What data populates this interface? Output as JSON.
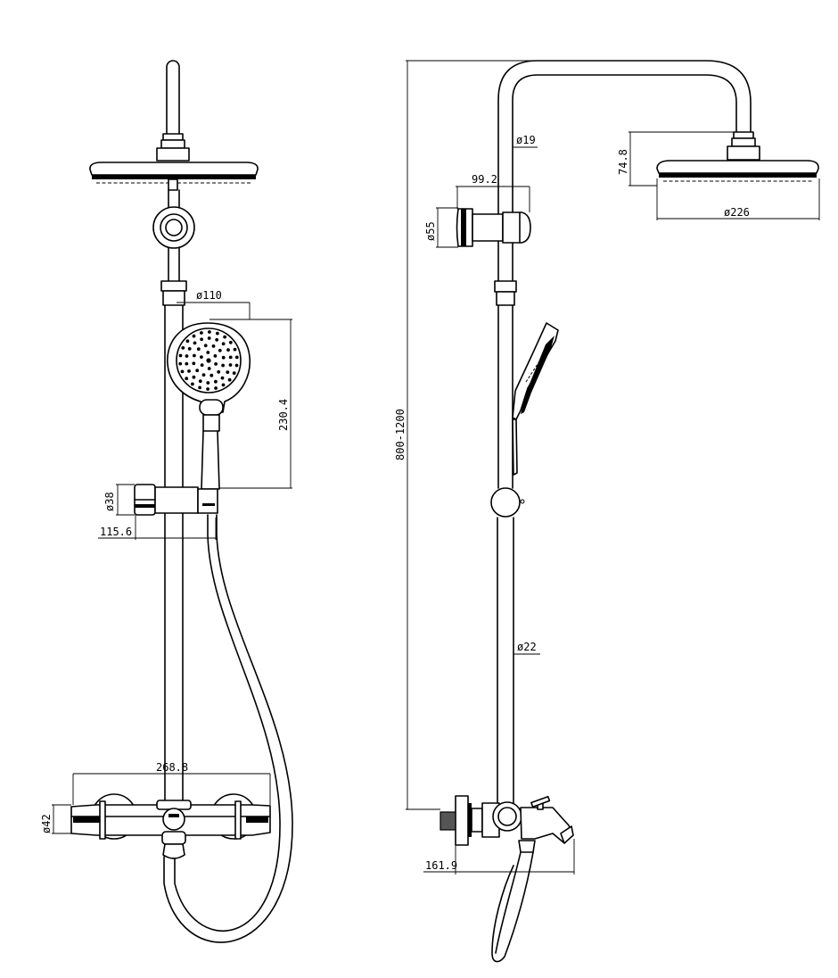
{
  "dimensions": {
    "left_view": {
      "hand_shower_diameter": "ø110",
      "hand_shower_length": "230.4",
      "slider_diameter": "ø38",
      "slider_offset": "115.6",
      "mixer_width": "268.8",
      "mixer_body_diameter": "ø42"
    },
    "right_view": {
      "column_height_range": "800-1200",
      "upper_pipe_diameter": "ø19",
      "bracket_depth": "99.2",
      "bracket_diameter": "ø55",
      "rain_head_height": "74.8",
      "rain_head_diameter": "ø226",
      "lower_pipe_diameter": "ø22",
      "spout_projection": "161.9"
    }
  }
}
